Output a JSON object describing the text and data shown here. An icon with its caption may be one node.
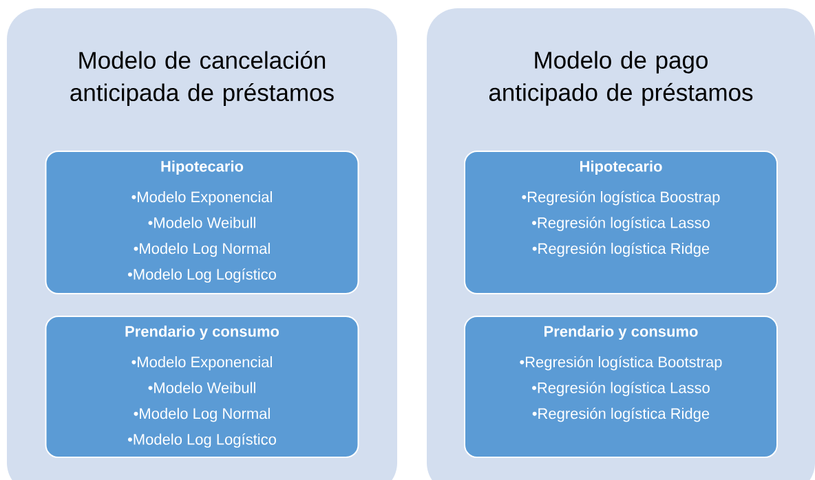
{
  "diagram": {
    "nodes": [
      {
        "text": [
          "Modelo de cancelación anticipada de préstamos"
        ]
      },
      {
        "text": [
          "Hipotecario",
          "•Modelo Exponencial",
          "•Modelo Weibull",
          "•Modelo Log Normal",
          "•Modelo Log Logístico"
        ],
        "in": 0
      },
      {
        "text": [
          "Prendario y consumo",
          "•Modelo Exponencial",
          "•Modelo Weibull",
          "•Modelo Log Normal",
          "•Modelo Log Logístico"
        ],
        "in": 0
      },
      {
        "text": [
          "Modelo de pago anticipado de préstamos"
        ]
      },
      {
        "text": [
          "Hipotecario",
          "•Regresión logística Boostrap",
          "•Regresión logística Lasso",
          "•Regresión logística Ridge"
        ],
        "in": 3
      },
      {
        "text": [
          "Prendario y consumo",
          "•Regresión logística Bootstrap",
          "•Regresión logística Lasso",
          "•Regresión logística Ridge"
        ],
        "in": 3
      }
    ]
  }
}
